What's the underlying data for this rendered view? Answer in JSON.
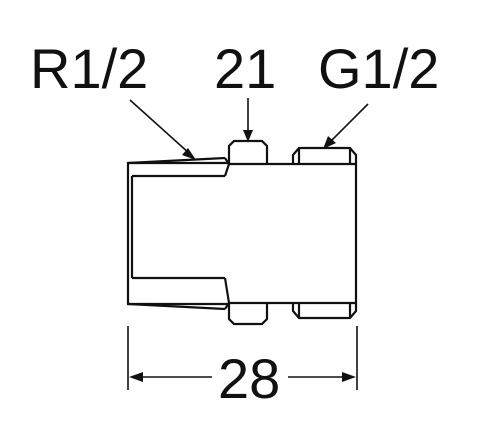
{
  "labels": {
    "left_thread": "R1/2",
    "hex_width": "21",
    "right_thread": "G1/2"
  },
  "dimensions": {
    "overall_length": "28"
  },
  "colors": {
    "line": "#111111",
    "background": "#ffffff"
  }
}
